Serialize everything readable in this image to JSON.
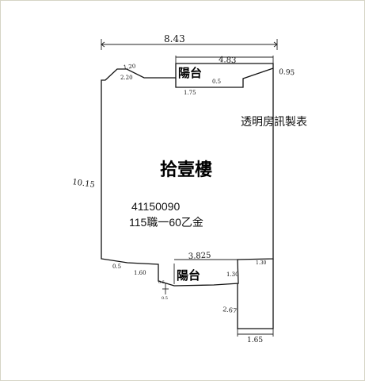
{
  "plan": {
    "room_label": "拾壹樓",
    "balcony_top_label": "陽台",
    "balcony_bottom_label": "陽台",
    "credit": "透明房訊製表",
    "record_id": "41150090",
    "record_note": "115職一60乙金"
  },
  "dimensions": {
    "overall_width": "8.43",
    "balcony_width": "4.83",
    "right_offset": "0.95",
    "notch_a": "1.20",
    "notch_b": "2.20",
    "balcony_step": "0.5",
    "balcony_depth": "1.75",
    "height": "10.15",
    "bottom_balcony": "3.825",
    "bottom_left_a": "0.5",
    "bottom_left_b": "1.60",
    "bottom_right_a": "1.30",
    "bottom_right_b": "1.30",
    "bottom_step_a": "0.5",
    "bottom_step_b": "0.5",
    "extension_height": "2.67",
    "extension_width": "1.65"
  }
}
